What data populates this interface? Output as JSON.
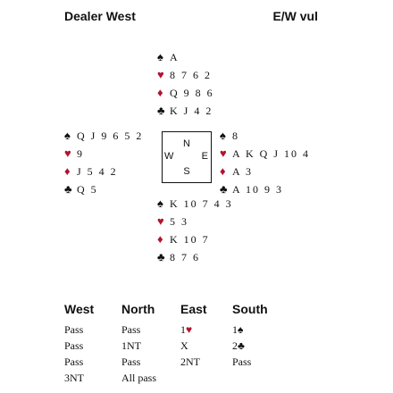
{
  "header": {
    "dealer": "Dealer West",
    "vulnerability": "E/W vul"
  },
  "suit_symbols": {
    "spades": "♠",
    "hearts": "♥",
    "diamonds": "♦",
    "clubs": "♣"
  },
  "colors": {
    "red_suits": "#b3122e",
    "black_suits": "#111111"
  },
  "hands": {
    "north": {
      "spades": "A",
      "hearts": "8 7 6 2",
      "diamonds": "Q 9 8 6",
      "clubs": "K J 4 2"
    },
    "west": {
      "spades": "Q J 9 6 5 2",
      "hearts": "9",
      "diamonds": "J 5 4 2",
      "clubs": "Q 5"
    },
    "east": {
      "spades": "8",
      "hearts": "A K Q J 10 4",
      "diamonds": "A 3",
      "clubs": "A 10 9 3"
    },
    "south": {
      "spades": "K 10 7 4 3",
      "hearts": "5 3",
      "diamonds": "K 10 7",
      "clubs": "8 7 6"
    }
  },
  "compass": {
    "n": "N",
    "s": "S",
    "w": "W",
    "e": "E"
  },
  "auction": {
    "headers": [
      "West",
      "North",
      "East",
      "South"
    ],
    "rows": [
      [
        {
          "text": "Pass"
        },
        {
          "text": "Pass"
        },
        {
          "text": "1",
          "suit": "♥",
          "red": true
        },
        {
          "text": "1",
          "suit": "♠",
          "red": false
        }
      ],
      [
        {
          "text": "Pass"
        },
        {
          "text": "1NT"
        },
        {
          "text": "X"
        },
        {
          "text": "2",
          "suit": "♣",
          "red": false
        }
      ],
      [
        {
          "text": "Pass"
        },
        {
          "text": "Pass"
        },
        {
          "text": "2NT"
        },
        {
          "text": "Pass"
        }
      ],
      [
        {
          "text": "3NT"
        },
        {
          "text": "All pass"
        },
        {
          "text": ""
        },
        {
          "text": ""
        }
      ]
    ]
  }
}
